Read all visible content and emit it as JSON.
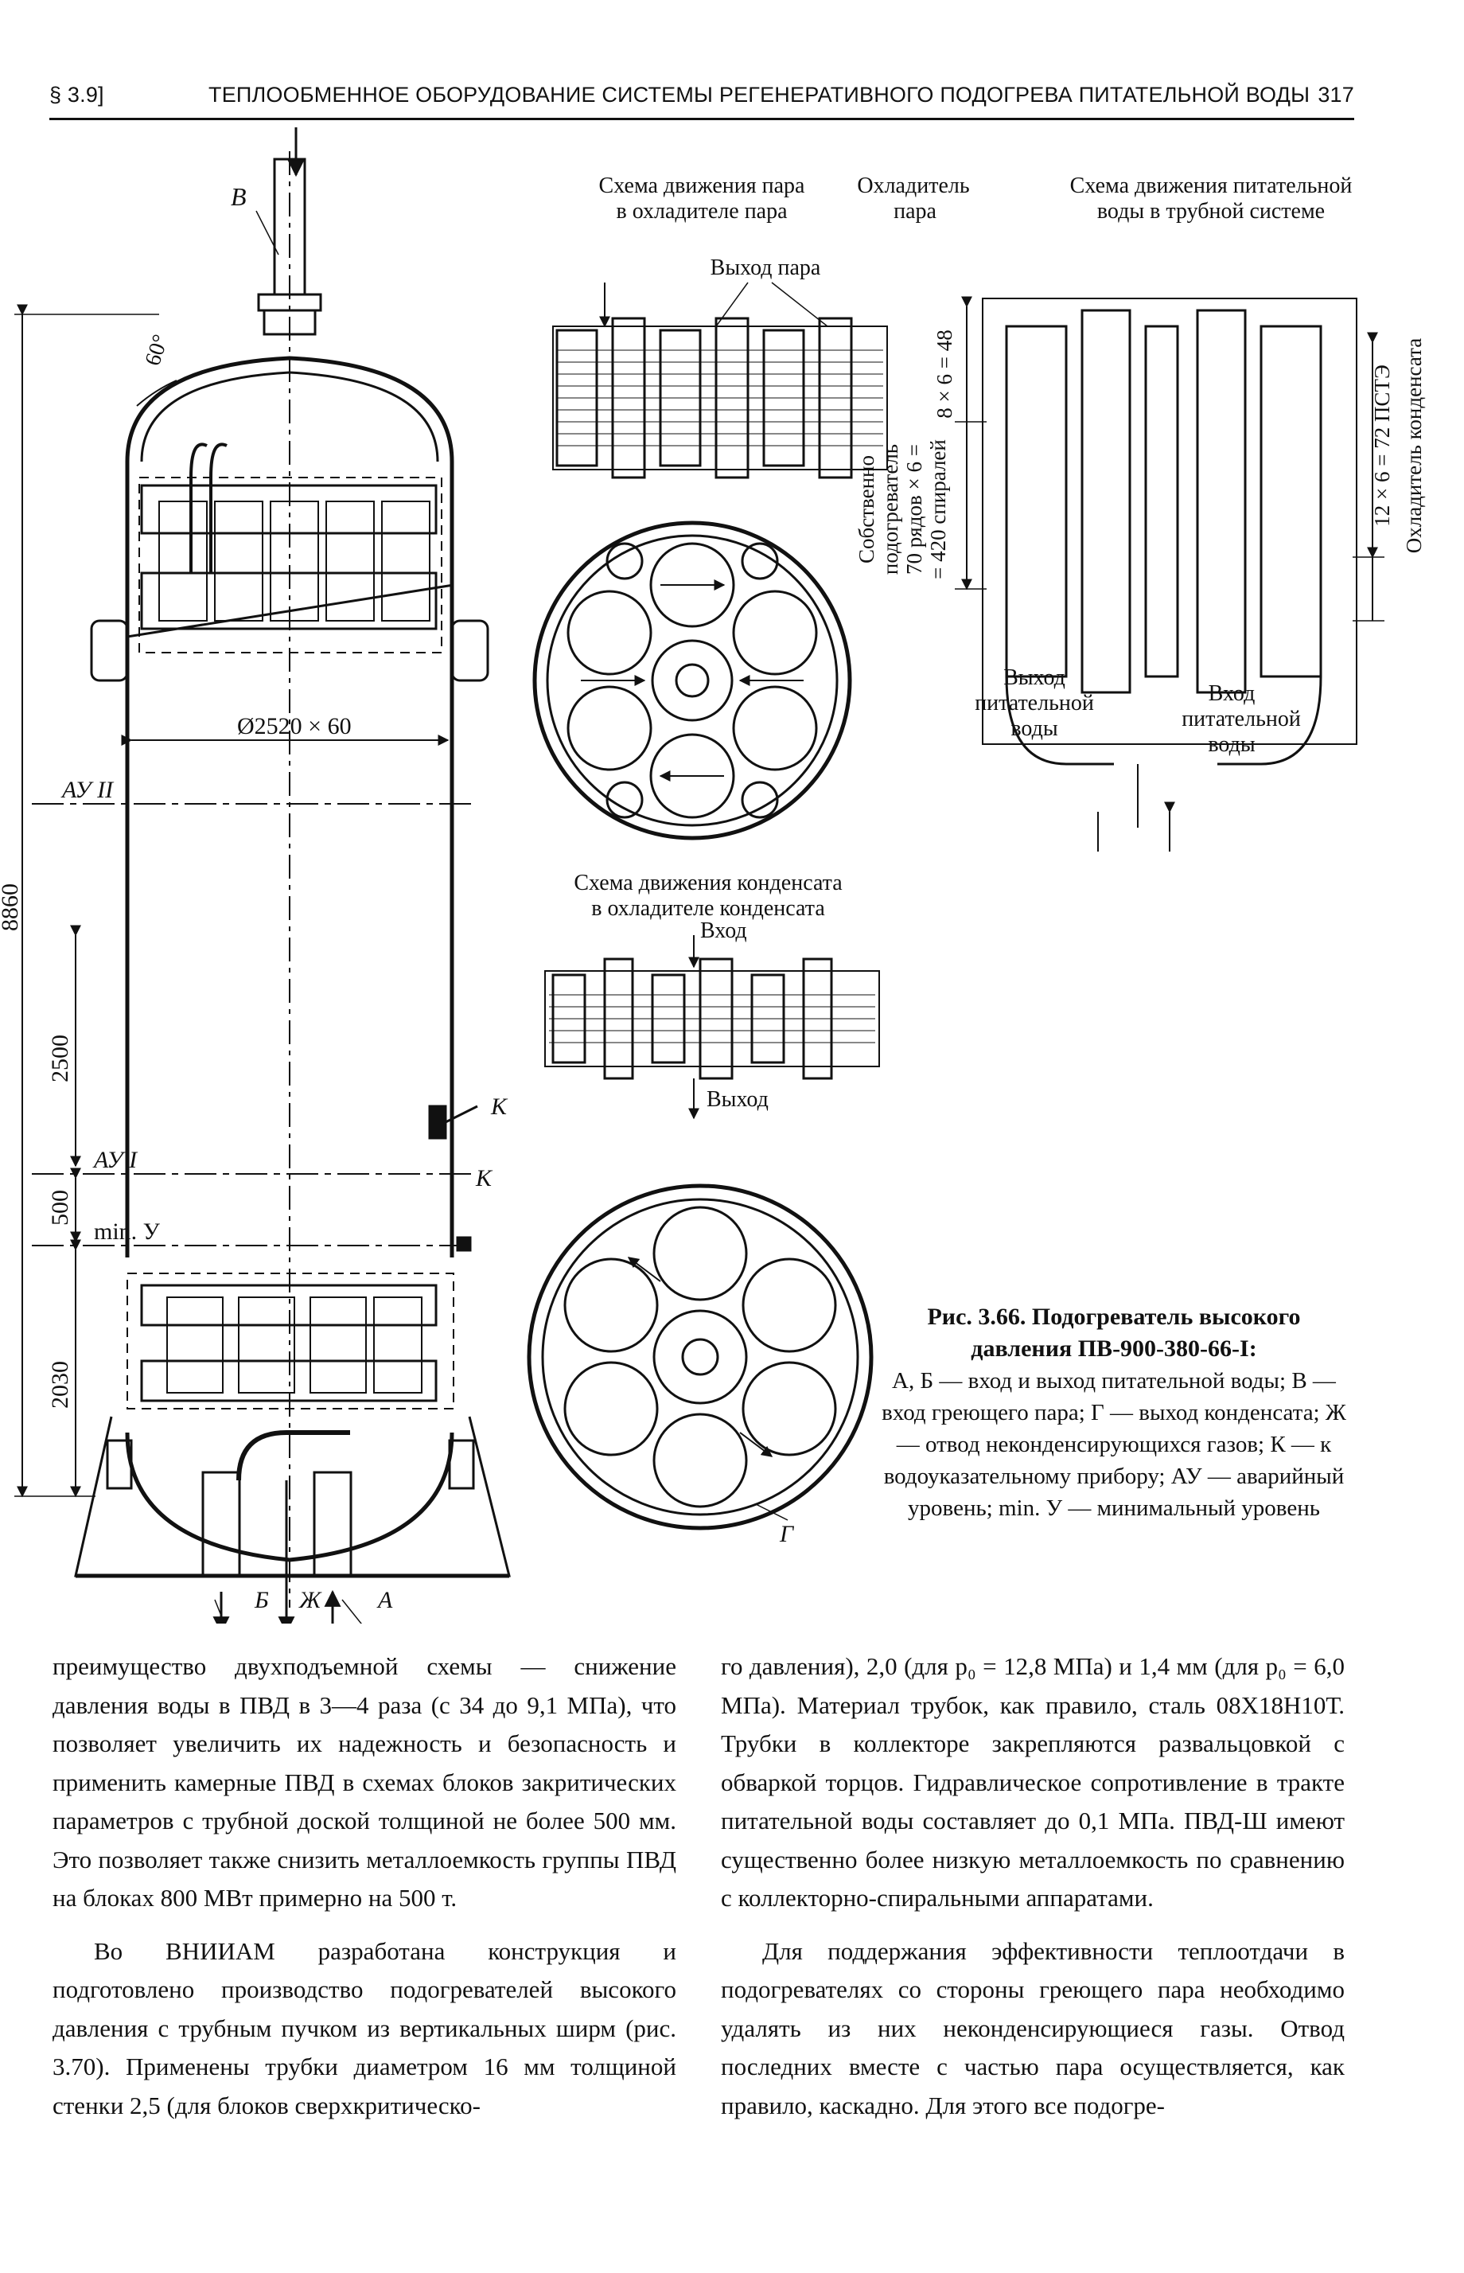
{
  "header": {
    "section": "§ 3.9]",
    "title": "ТЕПЛООБМЕННОЕ ОБОРУДОВАНИЕ СИСТЕМЫ РЕГЕНЕРАТИВНОГО ПОДОГРЕВА ПИТАТЕЛЬНОЙ ВОДЫ",
    "page_number": "317"
  },
  "figure": {
    "label_steam_inlet": "В",
    "angle": "60°",
    "diameter": "Ø2520 × 60",
    "level_AU2": "АУ II",
    "level_AU1": "АУ I",
    "level_min": "min. У",
    "height_total": "8860",
    "height_2500": "2500",
    "height_500": "500",
    "height_2030": "2030",
    "label_K1": "К",
    "label_K2": "К",
    "label_B": "Б",
    "label_Zh": "Ж",
    "label_A": "А",
    "label_G": "Г",
    "steam_scheme_title_1": "Схема движения пара",
    "steam_scheme_title_2": "в охладителе пара",
    "cooler_title_1": "Охладитель",
    "cooler_title_2": "пара",
    "water_scheme_title_1": "Схема движения питательной",
    "water_scheme_title_2": "воды в трубной системе",
    "steam_outlet": "Выход пара",
    "rows_8x6": "8 × 6 = 48",
    "heater_proper_1": "Собственно",
    "heater_proper_2": "подогреватель",
    "heater_proper_3": "70 рядов × 6 =",
    "heater_proper_4": "= 420 спиралей",
    "rows_12x6": "12 × 6 = 72 ПСТЭ",
    "condensate_cooler_vertical": "Охладитель конденсата",
    "water_out_1": "Выход",
    "water_out_2": "питательной",
    "water_out_3": "воды",
    "water_in_1": "Вход",
    "water_in_2": "питательной",
    "water_in_3": "воды",
    "cond_scheme_title_1": "Схема движения конденсата",
    "cond_scheme_title_2": "в охладителе конденсата",
    "cond_in": "Вход",
    "cond_out": "Выход"
  },
  "caption": {
    "title": "Рис. 3.66. Подогреватель высокого давления ПВ-900-380-66-I:",
    "legend": "А, Б — вход и выход питательной воды; В — вход греющего пара; Г — выход конденсата; Ж — отвод неконденсирующихся газов; К — к водоуказательному прибору; АУ — аварийный уровень; min. У — минимальный уровень"
  },
  "left_column": {
    "p1": "преимущество двухподъемной схемы — снижение давления воды в ПВД в 3—4 раза (с 34 до 9,1 МПа), что позволяет увеличить их надежность и безопасность и применить камерные ПВД в схемах блоков закритических параметров с трубной доской толщиной не более 500 мм. Это позволяет также снизить металлоемкость группы ПВД на блоках 800 МВт примерно на 500 т.",
    "p2": "Во ВНИИАМ разработана конструкция и подготовлено производство подогревателей высокого давления с трубным пучком из вертикальных ширм (рис. 3.70). Применены трубки диаметром 16 мм толщиной стенки 2,5 (для блоков сверхкритическо-"
  },
  "right_column": {
    "p1": "го давления), 2,0 (для p₀ = 12,8 МПа) и 1,4 мм (для p₀ = 6,0 МПа). Материал трубок, как правило, сталь 08Х18Н10Т. Трубки в коллекторе закрепляются развальцовкой с обваркой торцов. Гидравлическое сопротивление в тракте питательной воды составляет до 0,1 МПа. ПВД-Ш имеют существенно более низкую металлоемкость по сравнению с коллекторно-спиральными аппаратами.",
    "p2": "Для поддержания эффективности теплоотдачи в подогревателях со стороны греющего пара необходимо удалять из них неконденсирующиеся газы. Отвод последних вместе с частью пара осуществляется, как правило, каскадно. Для этого все подогре-"
  }
}
